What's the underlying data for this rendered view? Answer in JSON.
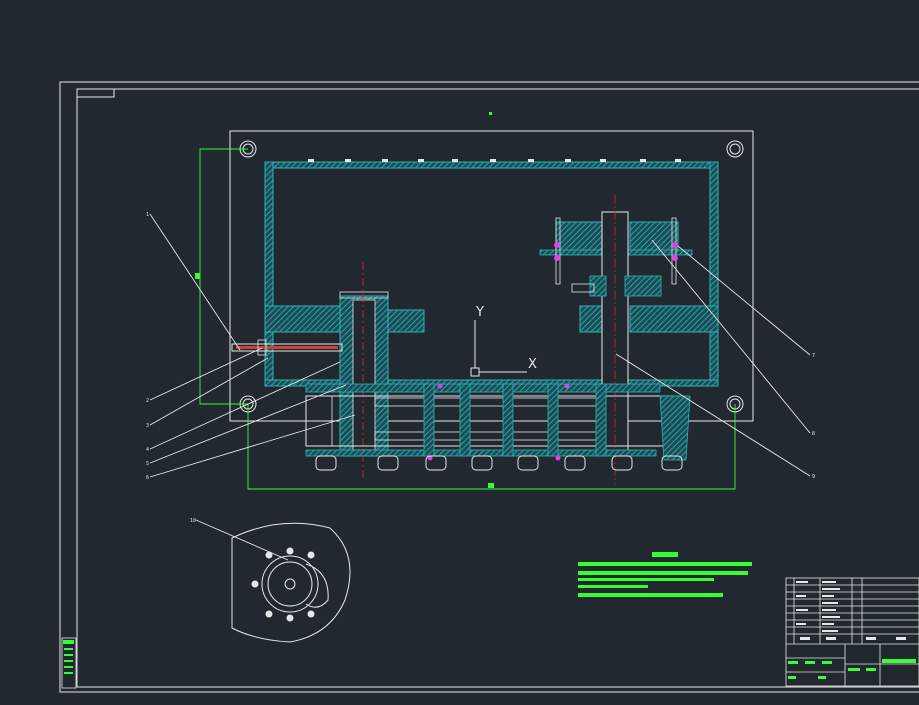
{
  "view": {
    "background": "#212830",
    "line_color": "#e6e6e6",
    "section_color": "#2bb3b8",
    "dimension_color": "#33ff33",
    "centerline_color": "#e02020",
    "highlight_color": "#e040e0"
  },
  "annotations": {
    "axis_x_label": "X",
    "axis_y_label": "Y"
  },
  "balloons": {
    "left": [
      "1",
      "2",
      "3",
      "4",
      "5",
      "6"
    ],
    "right": [
      "7",
      "8",
      "9"
    ],
    "detail": "10"
  },
  "icons": {
    "ucs_icon": "ucs-axis-icon",
    "mounting_hole": "mounting-hole-icon"
  }
}
